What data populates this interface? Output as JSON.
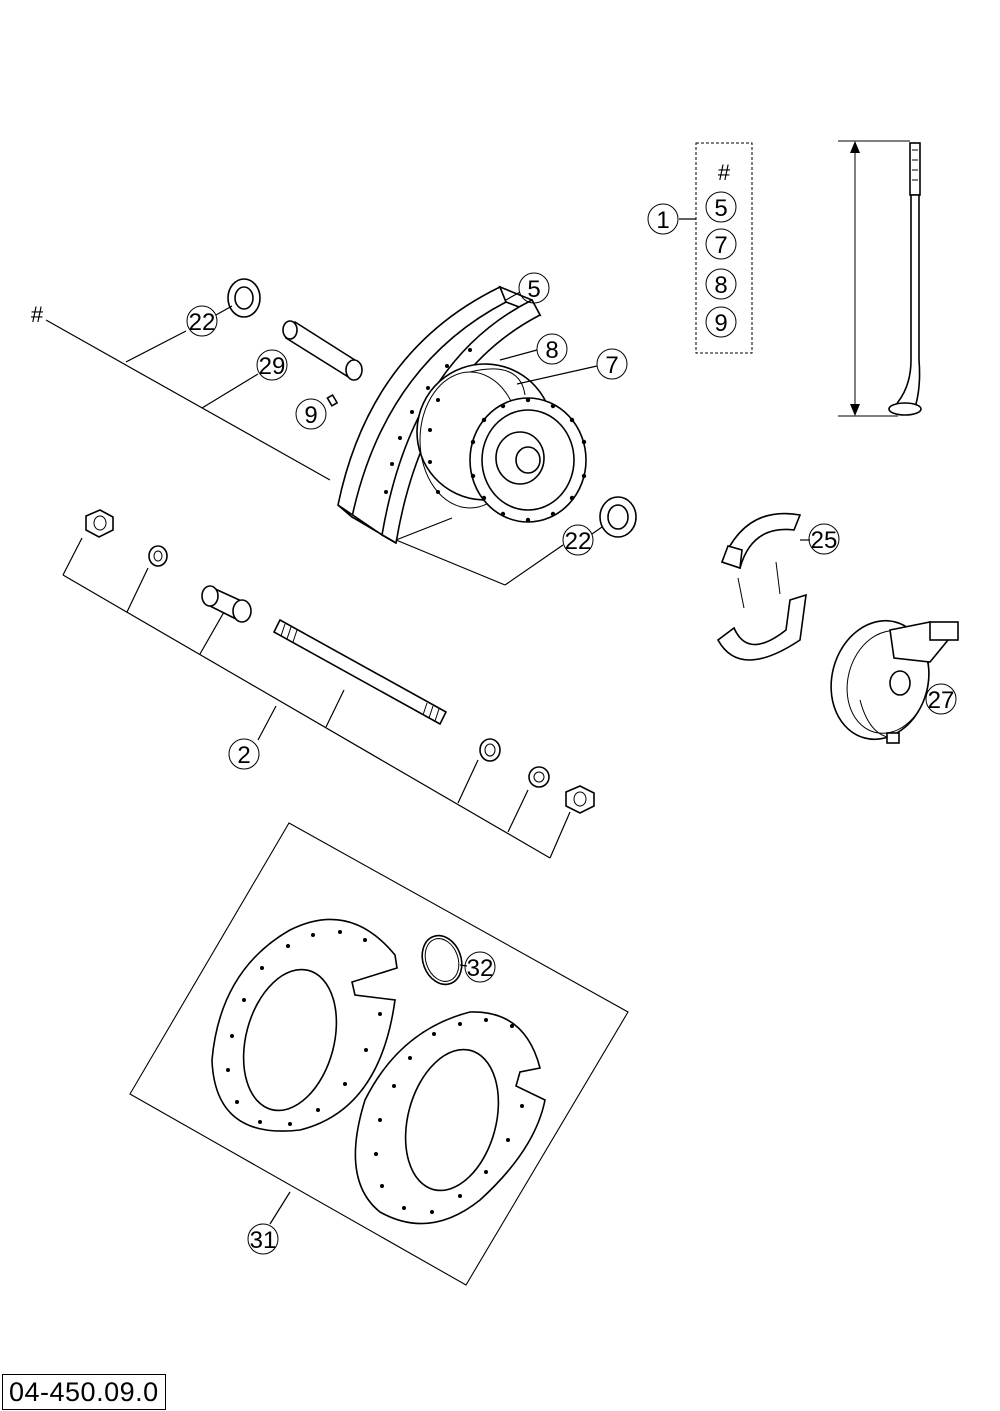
{
  "drawing_number": "04-450.09.0",
  "hash_marker": "#",
  "kit_box": {
    "marker": "#",
    "items": [
      "5",
      "7",
      "8",
      "9"
    ]
  },
  "callouts": {
    "kit": "1",
    "axle": "2",
    "rim": "5",
    "spoke_outer": "7",
    "spoke_inner": "8",
    "nipple": "9",
    "bearing_left": "22",
    "bearing_right": "22",
    "spacer": "29",
    "brake_shoes": "25",
    "brake_plate": "27",
    "disc_kit": "31",
    "circlip": "32"
  }
}
